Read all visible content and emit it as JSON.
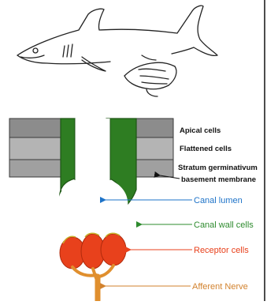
{
  "colors": {
    "apical_layer": "#8c8c8c",
    "flattened_layer": "#b4b4b4",
    "stratum_layer": "#a0a0a0",
    "layer_edge": "#3a3a3a",
    "canal_wall": "#2e7d22",
    "canal_wall_edge": "#1d5614",
    "receptor": "#e8411c",
    "nerve": "#e08f2e",
    "canal_lumen_label": "#1e73c8",
    "canal_wall_label": "#2e8b2e",
    "receptor_label": "#e8411c",
    "afferent_label": "#d2822e",
    "black_label": "#111111"
  },
  "icons": {
    "shark": "shark-outline-drawing",
    "frame": "right-border-line"
  },
  "labels": {
    "apical": "Apical cells",
    "flattened": "Flattened cells",
    "stratum_line1": "Stratum germinativum",
    "stratum_line2": "basement membrane",
    "canal_lumen": "Canal lumen",
    "canal_wall": "Canal wall cells",
    "receptor": "Receptor cells",
    "afferent": "Afferent Nerve"
  }
}
